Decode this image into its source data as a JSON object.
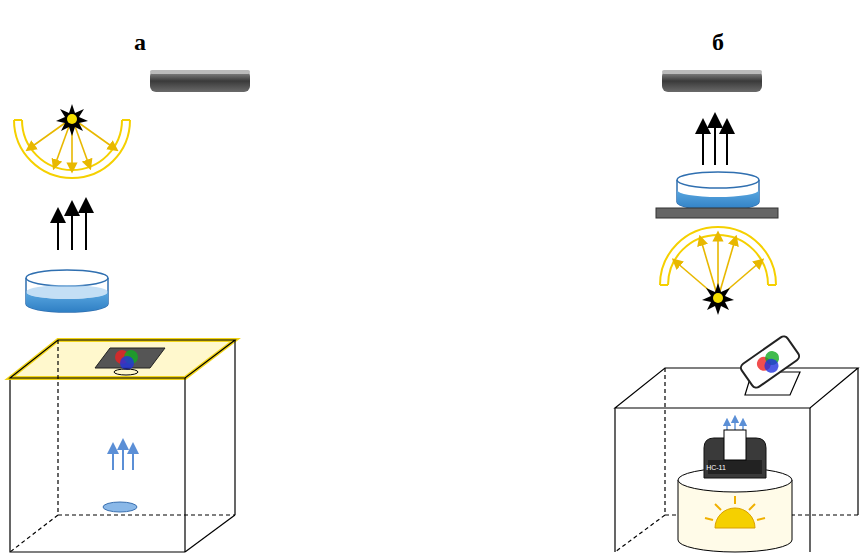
{
  "diagram": {
    "labels": [
      "а",
      "б",
      "HC-11"
    ]
  }
}
